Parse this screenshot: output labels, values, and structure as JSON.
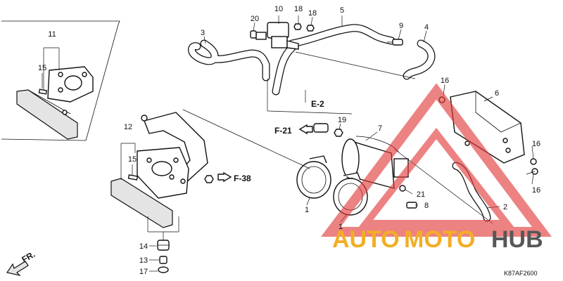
{
  "diagram": {
    "code": "K87AF2600",
    "front_label": "FR.",
    "watermark": {
      "word1": "AUTO",
      "word2": "MOTO",
      "word3": "HUB",
      "color1": "#f2a000",
      "color2": "#f2a000",
      "color3": "#3a3a3a",
      "triangle_color": "#e33b3b"
    },
    "refs": {
      "e2": "E-2",
      "f21": "F-21",
      "f38": "F-38"
    },
    "callouts": {
      "c1a": "1",
      "c1b": "1",
      "c2": "2",
      "c3": "3",
      "c4": "4",
      "c5": "5",
      "c6": "6",
      "c7": "7",
      "c8": "8",
      "c9": "9",
      "c10": "10",
      "c11": "11",
      "c12": "12",
      "c13": "13",
      "c14": "14",
      "c15a": "15",
      "c15b": "15",
      "c16a": "16",
      "c16b": "16",
      "c16c": "16",
      "c17": "17",
      "c18a": "18",
      "c18b": "18",
      "c19": "19",
      "c20": "20",
      "c21": "21"
    },
    "colors": {
      "line": "#111111",
      "background": "#ffffff"
    }
  }
}
